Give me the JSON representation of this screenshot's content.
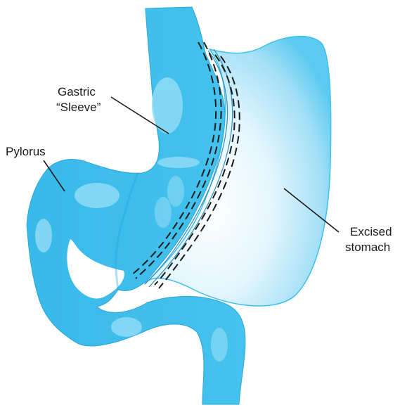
{
  "labels": {
    "gastric_line1": "Gastric",
    "gastric_line2": "“Sleeve”",
    "pylorus": "Pylorus",
    "excised_line1": "Excised",
    "excised_line2": "stomach"
  },
  "colors": {
    "sleeve": "#3fbfec",
    "sleeve_highlight": "#8fdcf6",
    "sleeve_shadow": "#1ea3d6",
    "excised_light": "#ffffff",
    "excised_mid": "#bfe9fa",
    "excised_edge": "#3fbfec",
    "staples": "#1a1a1a",
    "text": "#1a1a1a"
  }
}
